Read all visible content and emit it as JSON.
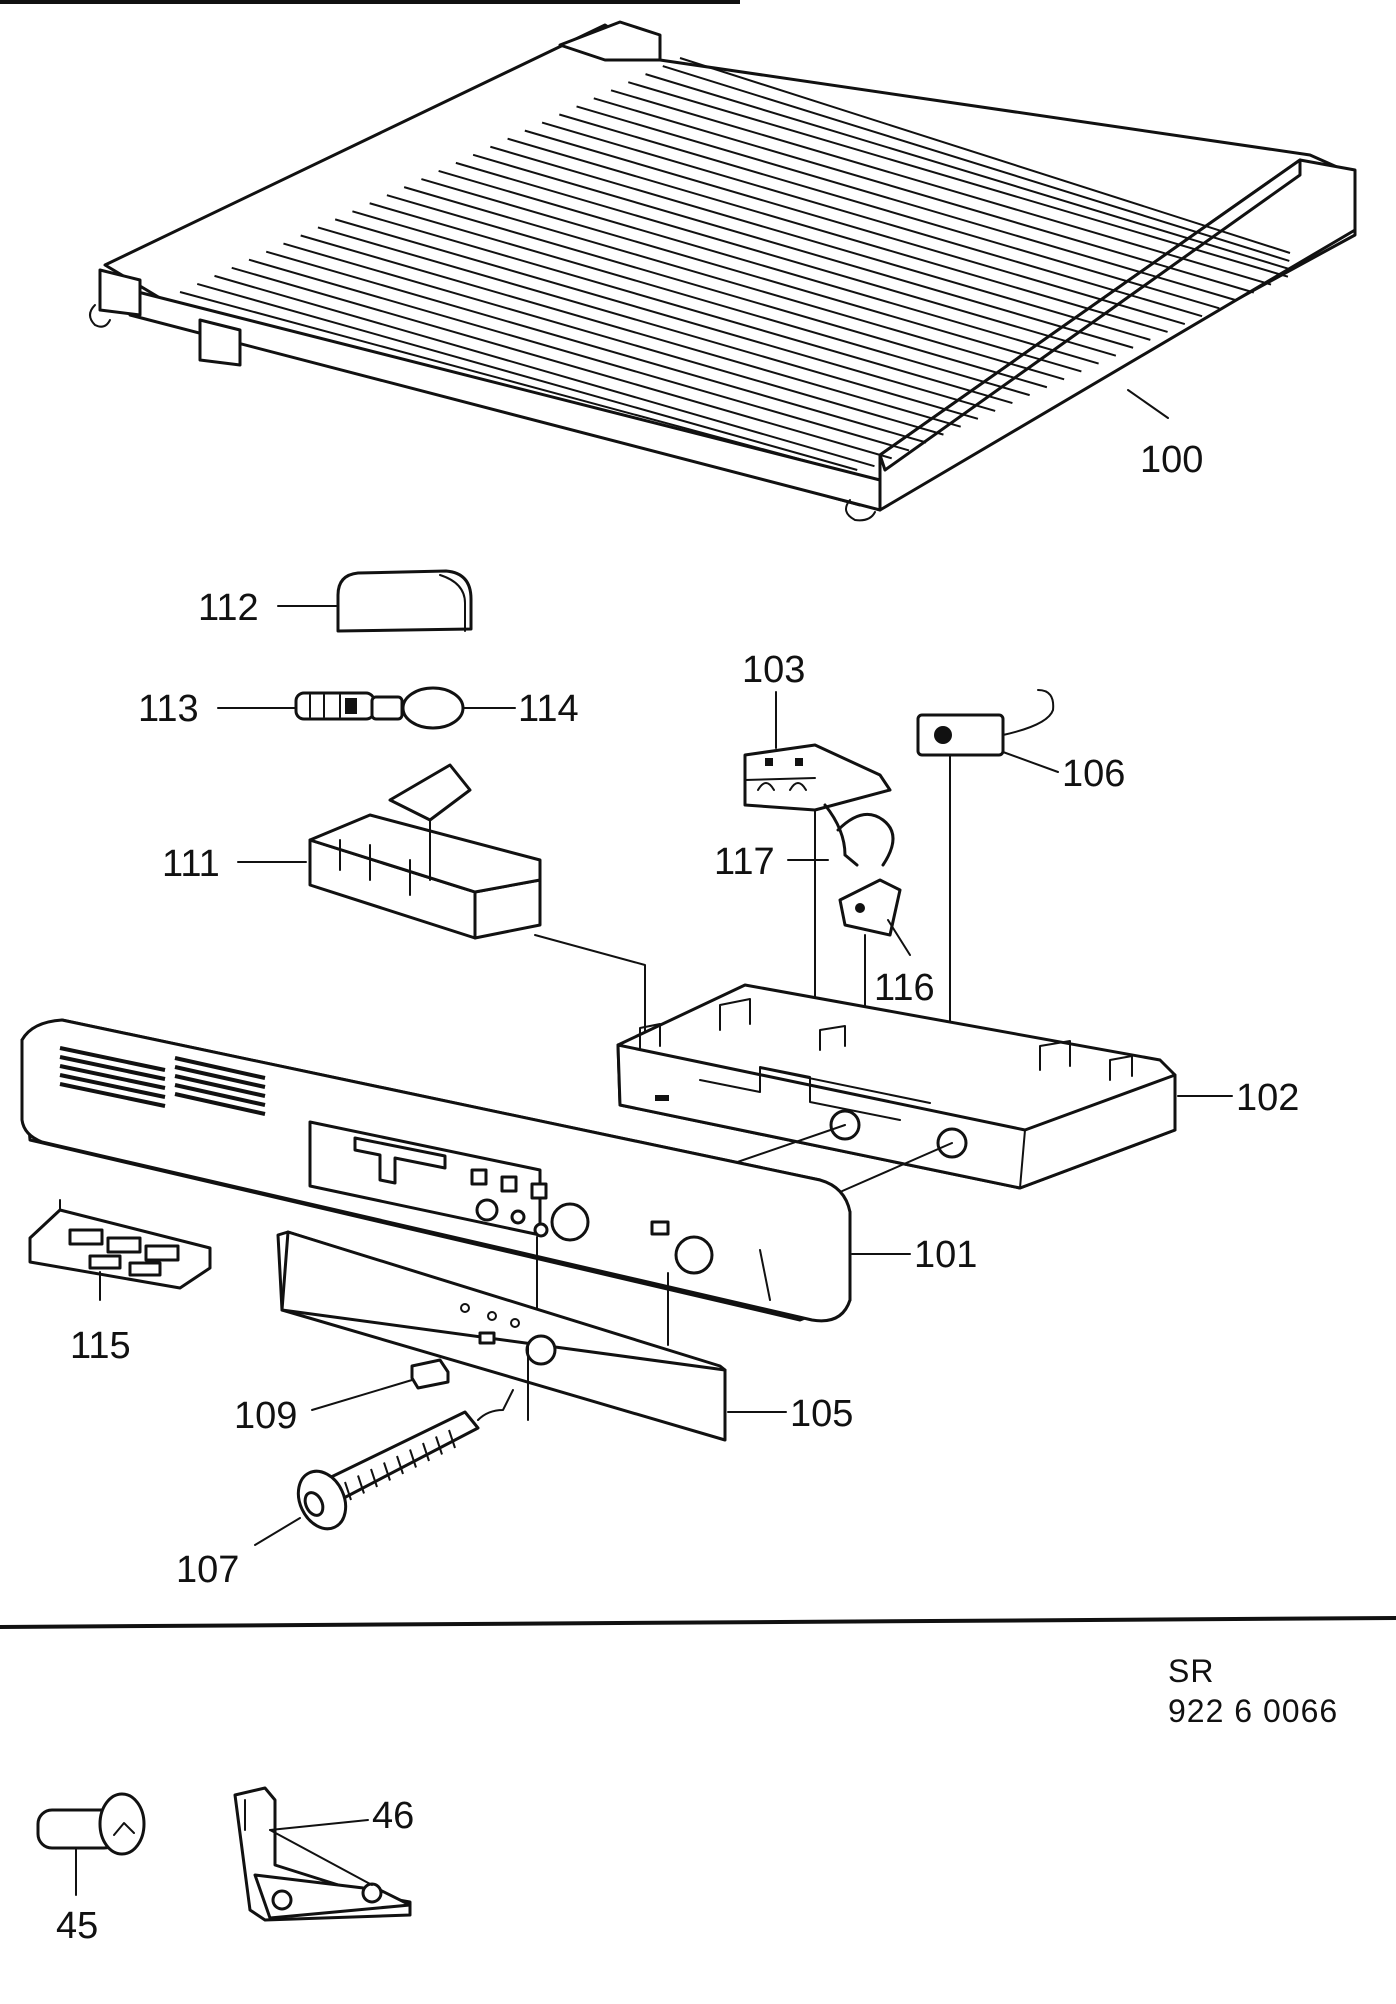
{
  "diagram": {
    "parts": [
      {
        "id": "100",
        "label": "100"
      },
      {
        "id": "112",
        "label": "112"
      },
      {
        "id": "113",
        "label": "113"
      },
      {
        "id": "114",
        "label": "114"
      },
      {
        "id": "111",
        "label": "111"
      },
      {
        "id": "103",
        "label": "103"
      },
      {
        "id": "106",
        "label": "106"
      },
      {
        "id": "117",
        "label": "117"
      },
      {
        "id": "116",
        "label": "116"
      },
      {
        "id": "102",
        "label": "102"
      },
      {
        "id": "101",
        "label": "101"
      },
      {
        "id": "115",
        "label": "115"
      },
      {
        "id": "109",
        "label": "109"
      },
      {
        "id": "105",
        "label": "105"
      },
      {
        "id": "107",
        "label": "107"
      },
      {
        "id": "45",
        "label": "45"
      },
      {
        "id": "46",
        "label": "46"
      }
    ],
    "reference": {
      "line1": "SR",
      "line2": "922 6 0066"
    }
  }
}
